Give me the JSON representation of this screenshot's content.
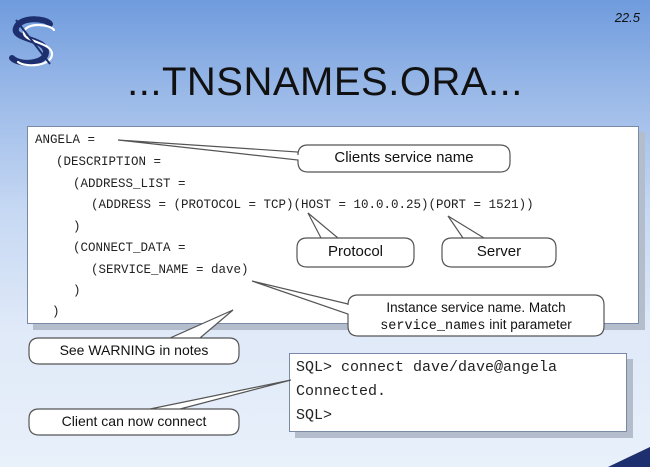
{
  "slide": {
    "number": "22.5",
    "title": "...TNSNAMES.ORA..."
  },
  "tnsnames": {
    "lines": [
      "ANGELA =",
      "(DESCRIPTION =",
      "(ADDRESS_LIST =",
      "(ADDRESS = (PROTOCOL = TCP)(HOST = 10.0.0.25)(PORT = 1521))",
      ")",
      "(CONNECT_DATA =",
      "(SERVICE_NAME = dave)",
      ")",
      ")"
    ]
  },
  "sqlplus": {
    "lines": [
      "SQL> connect dave/dave@angela",
      "Connected.",
      "SQL>"
    ]
  },
  "callouts": {
    "clients_service_name": "Clients service name",
    "protocol": "Protocol",
    "server": "Server",
    "instance_line1": "Instance service name.  Match",
    "instance_code": "service_names",
    "instance_line2_suffix": " init parameter",
    "warning": "See WARNING in notes",
    "client_connect": "Client can now connect"
  }
}
